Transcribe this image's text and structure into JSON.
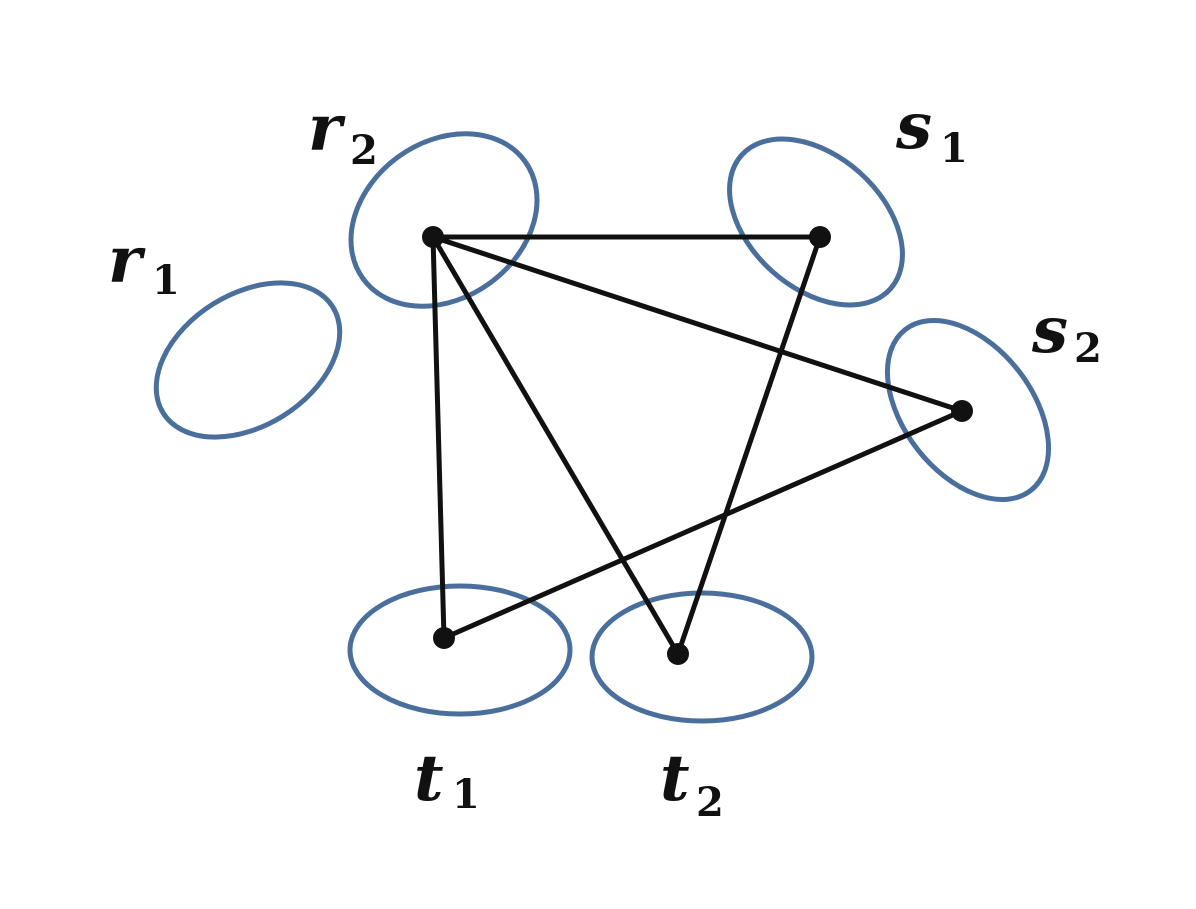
{
  "colors": {
    "ellipse": "#4a6f9c",
    "edge": "#111111",
    "label": "#111111",
    "background": "#ffffff"
  },
  "groups": [
    {
      "id": "r1",
      "letter": "r",
      "index": "1"
    },
    {
      "id": "r2",
      "letter": "r",
      "index": "2"
    },
    {
      "id": "s1",
      "letter": "s",
      "index": "1"
    },
    {
      "id": "s2",
      "letter": "s",
      "index": "2"
    },
    {
      "id": "t1",
      "letter": "t",
      "index": "1"
    },
    {
      "id": "t2",
      "letter": "t",
      "index": "2"
    }
  ],
  "vertices": [
    {
      "id": "v_r2",
      "group": "r2"
    },
    {
      "id": "v_s1",
      "group": "s1"
    },
    {
      "id": "v_s2",
      "group": "s2"
    },
    {
      "id": "v_t1",
      "group": "t1"
    },
    {
      "id": "v_t2",
      "group": "t2"
    }
  ],
  "edges": [
    {
      "from": "v_r2",
      "to": "v_s1"
    },
    {
      "from": "v_r2",
      "to": "v_s2"
    },
    {
      "from": "v_r2",
      "to": "v_t1"
    },
    {
      "from": "v_r2",
      "to": "v_t2"
    },
    {
      "from": "v_s1",
      "to": "v_t2"
    },
    {
      "from": "v_s2",
      "to": "v_t1"
    }
  ]
}
